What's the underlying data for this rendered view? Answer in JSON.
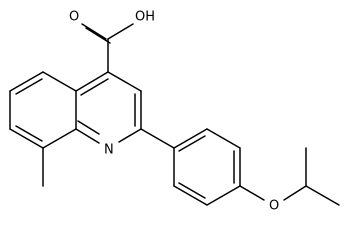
{
  "molecule": {
    "labels": {
      "oxygen_carbonyl": "O",
      "hydroxyl": "OH",
      "ring_nitrogen": "N",
      "ether_oxygen": "O"
    },
    "colors": {
      "ink": "#000000",
      "background": "#ffffff"
    }
  }
}
